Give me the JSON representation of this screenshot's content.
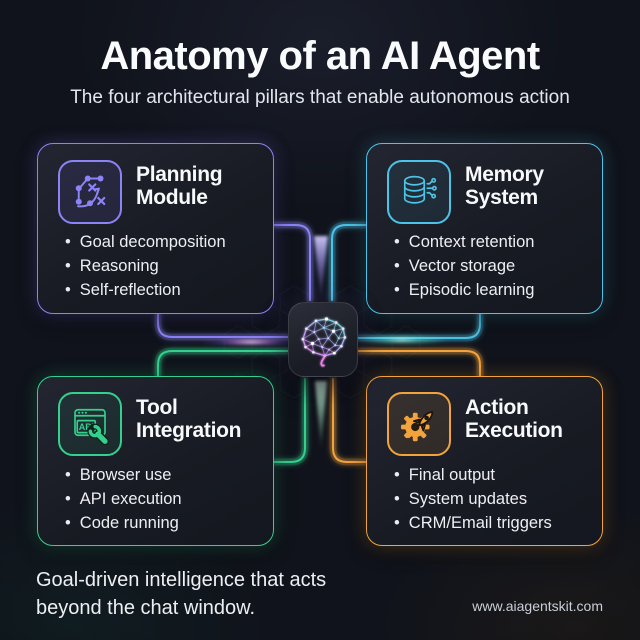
{
  "header": {
    "title": "Anatomy of an AI Agent",
    "subtitle": "The four architectural pillars that enable autonomous action"
  },
  "center": {
    "icon": "neural-brain-icon"
  },
  "cards": [
    {
      "id": "planning-module",
      "title_lines": [
        "Planning",
        "Module"
      ],
      "icon": "strategy-path-icon",
      "accent": "#8b83f6",
      "bullets": [
        "Goal decomposition",
        "Reasoning",
        "Self-reflection"
      ]
    },
    {
      "id": "memory-system",
      "title_lines": [
        "Memory",
        "System"
      ],
      "icon": "database-circuit-icon",
      "accent": "#4cc3e8",
      "bullets": [
        "Context retention",
        "Vector storage",
        "Episodic learning"
      ]
    },
    {
      "id": "tool-integration",
      "title_lines": [
        "Tool",
        "Integration"
      ],
      "icon": "api-browser-wrench-icon",
      "icon_label": "API",
      "accent": "#34d08e",
      "bullets": [
        "Browser use",
        "API execution",
        "Code running"
      ]
    },
    {
      "id": "action-execution",
      "title_lines": [
        "Action",
        "Execution"
      ],
      "icon": "gear-rocket-icon",
      "accent": "#f2a33c",
      "bullets": [
        "Final output",
        "System updates",
        "CRM/Email triggers"
      ]
    }
  ],
  "footer": {
    "tagline_lines": [
      "Goal-driven intelligence that acts",
      "beyond the chat window."
    ],
    "website": "www.aiagentskit.com"
  },
  "colors": {
    "background": "#10131b",
    "card_background": "#1a1d27",
    "accent_purple": "#8b83f6",
    "accent_cyan": "#4cc3e8",
    "accent_green": "#34d08e",
    "accent_orange": "#f2a33c",
    "title_text": "#fafbfd",
    "body_text": "#edeff3",
    "muted_text": "#c9ced8"
  }
}
